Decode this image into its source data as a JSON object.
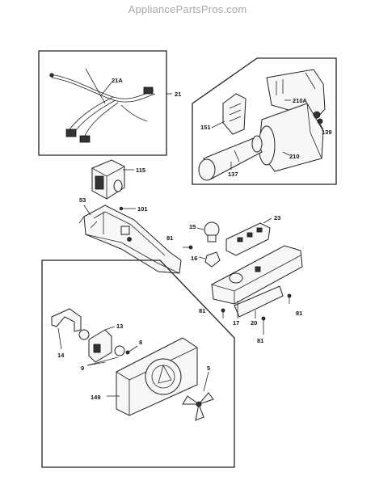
{
  "header": {
    "site": "AppliancePartsPros.com"
  },
  "labels": {
    "l21A": "21A",
    "l21": "21",
    "l210A": "210A",
    "l151": "151",
    "l139": "139",
    "l210": "210",
    "l137": "137",
    "l115": "115",
    "l53": "53",
    "l101": "101",
    "l23": "23",
    "l15": "15",
    "l81a": "81",
    "l16": "16",
    "l81b": "81",
    "l17": "17",
    "l20": "20",
    "l81c": "81",
    "l81d": "81",
    "l13": "13",
    "l14": "14",
    "l8": "8",
    "l9": "9",
    "l5": "5",
    "l149": "149"
  }
}
